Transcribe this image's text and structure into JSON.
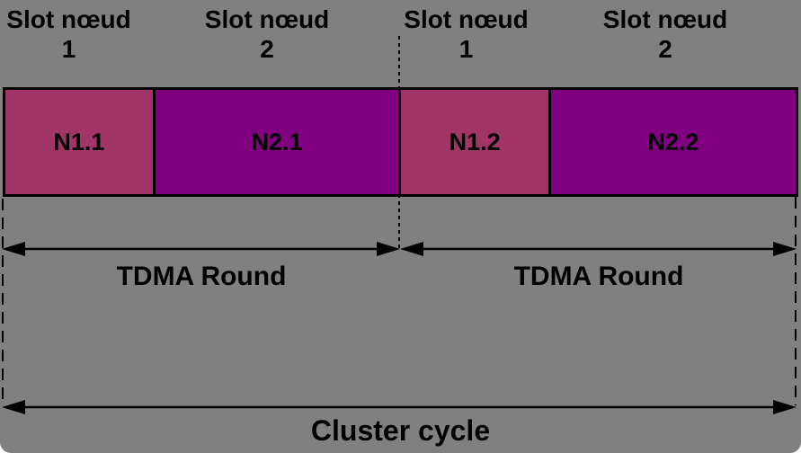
{
  "diagram": {
    "background_color": "#808080",
    "slot_labels": [
      {
        "line1": "Slot nœud",
        "line2": "1"
      },
      {
        "line1": "Slot nœud",
        "line2": "2"
      },
      {
        "line1": "Slot nœud",
        "line2": "1"
      },
      {
        "line1": "Slot nœud",
        "line2": "2"
      }
    ],
    "segments": [
      {
        "label": "N1.1",
        "color": "#A23568"
      },
      {
        "label": "N2.1",
        "color": "#800080"
      },
      {
        "label": "N1.2",
        "color": "#A23568"
      },
      {
        "label": "N2.2",
        "color": "#800080"
      }
    ],
    "arrows": {
      "tdma_round_1": "TDMA Round",
      "tdma_round_2": "TDMA Round",
      "cluster_cycle": "Cluster cycle"
    },
    "line_color": "#000000"
  }
}
